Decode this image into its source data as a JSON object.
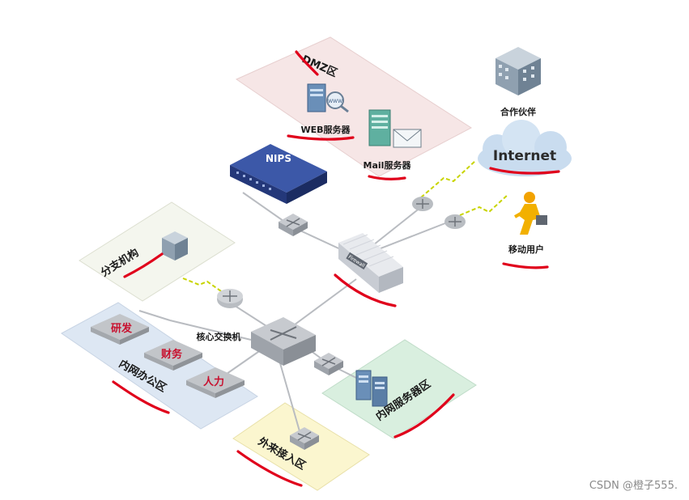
{
  "zones": {
    "dmz": "DMZ区",
    "branch": "分支机构",
    "office": "内网办公区",
    "server_zone": "内网服务器区",
    "guest": "外来接入区"
  },
  "nodes": {
    "web_server": "WEB服务器",
    "mail_server": "Mail服务器",
    "partner": "合作伙伴",
    "internet": "Internet",
    "mobile_user": "移动用户",
    "nips": "NIPS",
    "firewall": "Firewall",
    "core_switch": "核心交换机"
  },
  "departments": {
    "rd": "研发",
    "finance": "财务",
    "hr": "人力"
  },
  "watermark": "CSDN @橙子555."
}
